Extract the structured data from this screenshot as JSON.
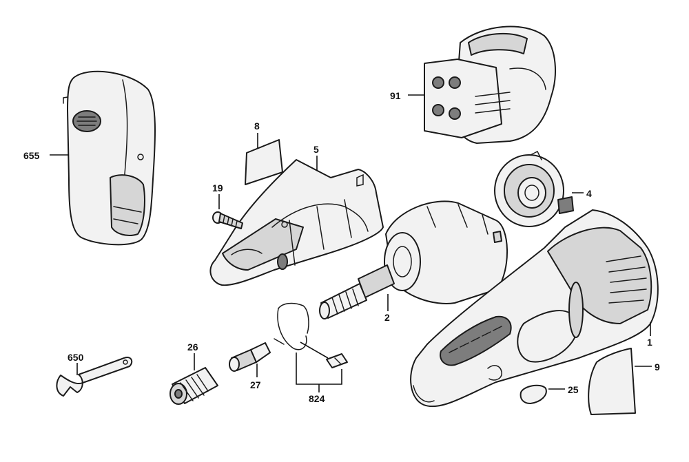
{
  "callouts": {
    "c655": "655",
    "c8": "8",
    "c5": "5",
    "c19": "19",
    "c91": "91",
    "c4": "4",
    "c2": "2",
    "c1": "1",
    "c9": "9",
    "c25": "25",
    "c650": "650",
    "c26": "26",
    "c27": "27",
    "c824": "824"
  },
  "colors": {
    "line": "#1a1a1a",
    "light_fill": "#f2f2f2",
    "mid_fill": "#d6d6d6",
    "dark_fill": "#7d7d7d"
  }
}
